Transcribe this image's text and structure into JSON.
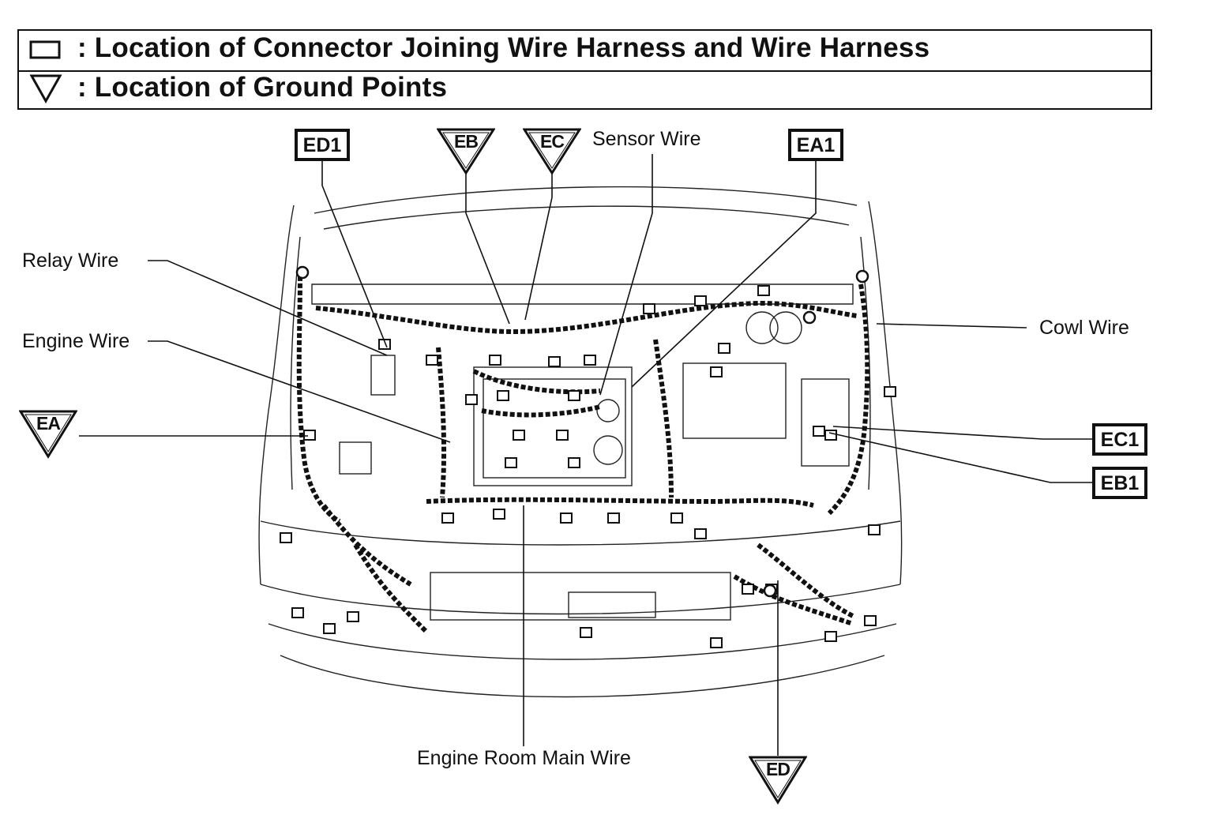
{
  "legend": {
    "connector_text": ": Location of Connector Joining Wire Harness and Wire Harness",
    "connector_icon": "rectangle-icon",
    "ground_text": ": Location of Ground Points",
    "ground_icon": "triangle-down-icon"
  },
  "wire_labels": {
    "relay": "Relay Wire",
    "engine": "Engine Wire",
    "sensor": "Sensor Wire",
    "cowl": "Cowl Wire",
    "engine_room_main": "Engine Room Main Wire"
  },
  "connector_codes": {
    "ed1": "ED1",
    "ea1": "EA1",
    "ec1": "EC1",
    "eb1": "EB1"
  },
  "ground_points": {
    "eb": "EB",
    "ec": "EC",
    "ea": "EA",
    "ed": "ED"
  }
}
